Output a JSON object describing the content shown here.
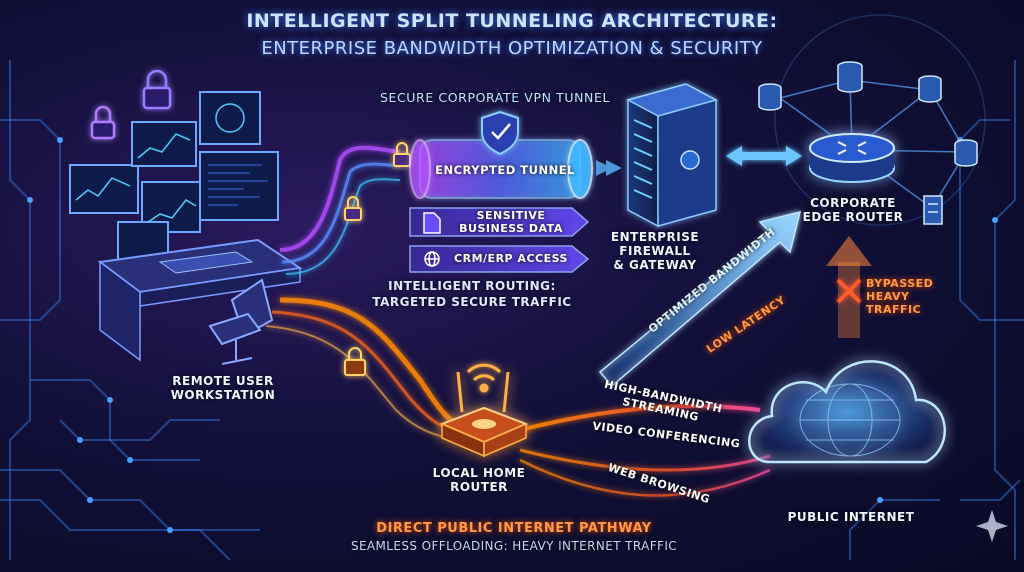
{
  "title": {
    "line1": "Intelligent Split Tunneling Architecture:",
    "line2": "Enterprise Bandwidth Optimization & Security"
  },
  "labels": {
    "vpn_tunnel": "Secure Corporate VPN Tunnel",
    "encrypted_tunnel": "Encrypted Tunnel",
    "sensitive_data": "Sensitive\nBusiness Data",
    "crm_access": "CRM/ERP Access",
    "intelligent_routing": "Intelligent Routing:\nTargeted Secure Traffic",
    "firewall": "Enterprise Firewall\n& Gateway",
    "edge_router": "Corporate\nEdge Router",
    "optimized_bandwidth": "Optimized Bandwidth",
    "low_latency": "Low Latency",
    "bypassed": "Bypassed\nHeavy Traffic",
    "workstation": "Remote User\nWorkstation",
    "home_router": "Local Home\nRouter",
    "streaming": "High-Bandwidth\nStreaming",
    "video": "Video Conferencing",
    "web": "Web Browsing",
    "public_internet": "Public Internet",
    "pathway": "Direct Public Internet Pathway",
    "offloading": "Seamless Offloading: Heavy Internet Traffic"
  },
  "icons": [
    "lock-icon",
    "shield-check-icon",
    "document-icon",
    "globe-icon",
    "server-rack-icon",
    "router-icon",
    "database-icon",
    "cloud-globe-icon",
    "wifi-icon",
    "x-mark-icon",
    "sparkle-icon",
    "monitor-icon",
    "office-chair-icon"
  ],
  "colors": {
    "secure": "#3fa8ff",
    "public": "#ff6a1a",
    "accent_purple": "#8a5cff",
    "background": "#0b0d2e"
  }
}
